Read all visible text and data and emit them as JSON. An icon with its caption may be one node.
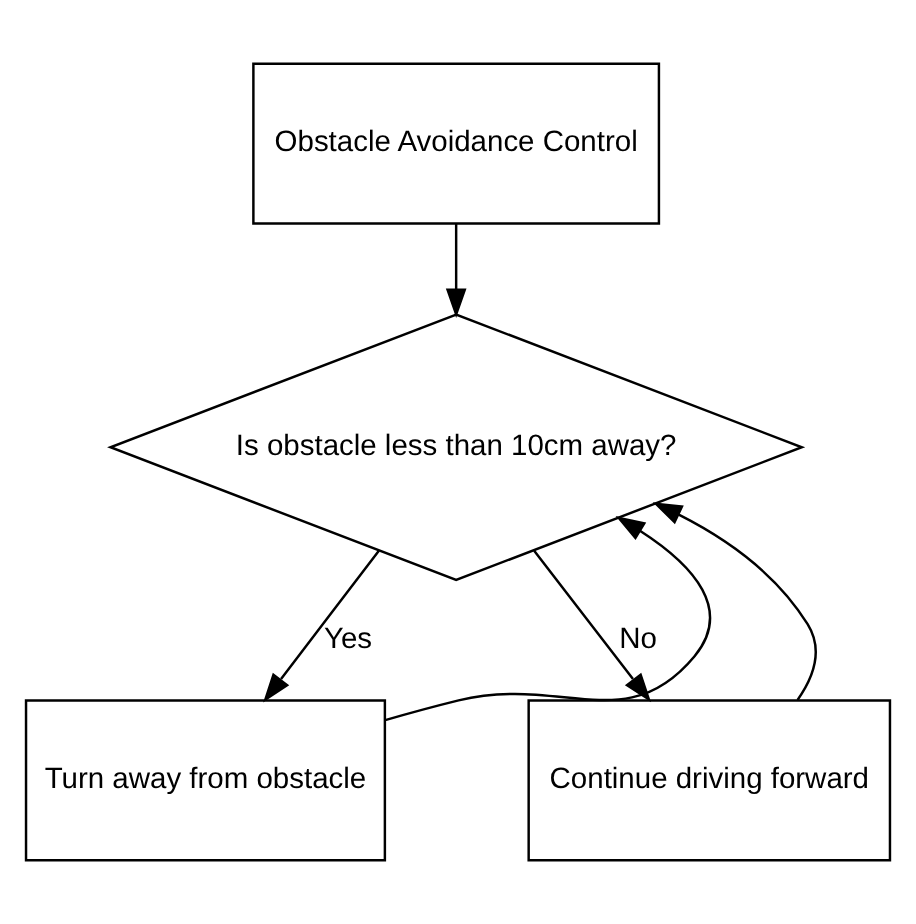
{
  "diagram": {
    "nodes": [
      {
        "text": [
          "Obstacle Avoidance Control"
        ]
      },
      {
        "text": [
          "Is obstacle less than 10cm away?"
        ]
      },
      {
        "text": [
          "Turn away from obstacle"
        ]
      },
      {
        "text": [
          "Continue driving forward"
        ]
      }
    ],
    "edges": [
      {
        "from": 0,
        "to": 1,
        "arrow": "to"
      },
      {
        "from": 1,
        "to": 2,
        "arrow": "to",
        "label": "Yes"
      },
      {
        "from": 1,
        "to": 3,
        "arrow": "to",
        "label": "No"
      },
      {
        "from": 2,
        "to": 1,
        "arrow": "to"
      },
      {
        "from": 3,
        "to": 1,
        "arrow": "to"
      }
    ]
  }
}
